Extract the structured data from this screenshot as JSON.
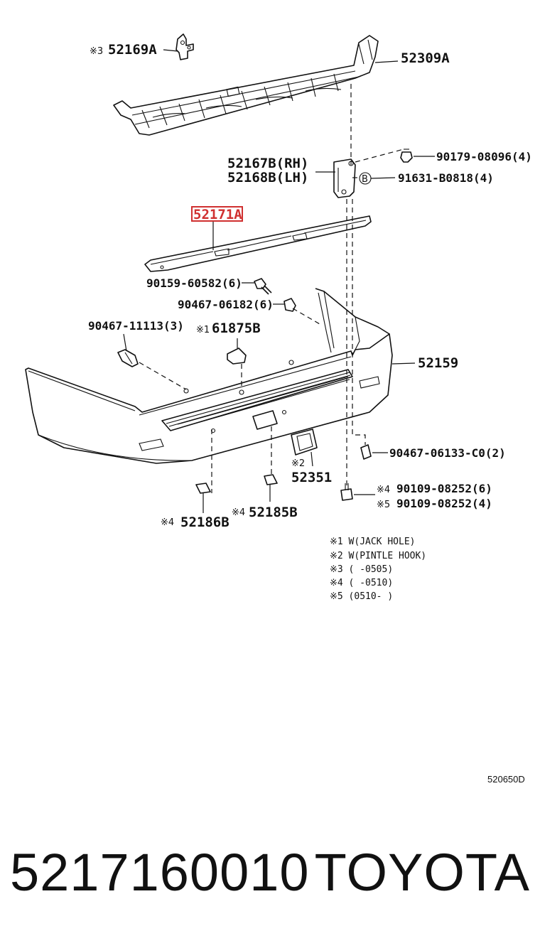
{
  "labels": {
    "l52169a": {
      "mark": "※3",
      "code": "52169A"
    },
    "l52309a": "52309A",
    "l52167b": "52167B(RH)",
    "l52168b": "52168B(LH)",
    "l90179": "90179-08096(4)",
    "l91631_b": "B",
    "l91631": "91631-B0818(4)",
    "l52171a": "52171A",
    "l90159": "90159-60582(6)",
    "l90467_06182": "90467-06182(6)",
    "l90467_11113": "90467-11113(3)",
    "l61875b": {
      "mark": "※1",
      "code": "61875B"
    },
    "l52159": "52159",
    "l90467_06133": "90467-06133-C0(2)",
    "l52351": {
      "mark": "※2",
      "code": "52351"
    },
    "l90109_a": {
      "mark": "※4",
      "code": "90109-08252(6)"
    },
    "l90109_b": {
      "mark": "※5",
      "code": "90109-08252(4)"
    },
    "l52185b": {
      "mark": "※4",
      "code": "52185B"
    },
    "l52186b": {
      "mark": "※4",
      "code": "52186B"
    }
  },
  "notes": [
    "※1 W(JACK HOLE)",
    "※2 W(PINTLE HOOK)",
    "※3 (     -0505)",
    "※4 (     -0510)",
    "※5 (0510-     )"
  ],
  "diagram_code": "520650D",
  "footer": {
    "part_number": "5217160010",
    "brand": "TOYOTA"
  },
  "highlight_color": "#d03030"
}
